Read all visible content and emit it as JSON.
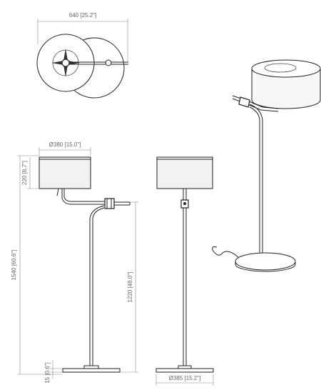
{
  "dimensions": {
    "top_width": "640 [25.2\"]",
    "shade_diameter": "Ø380 [15.0\"]",
    "shade_height": "220 [8.7\"]",
    "total_height": "1540 [60.6\"]",
    "arm_height": "1220 [48.0\"]",
    "base_height": "15 [0.6\"]",
    "base_diameter": "Ø385 [15.2\"]"
  }
}
